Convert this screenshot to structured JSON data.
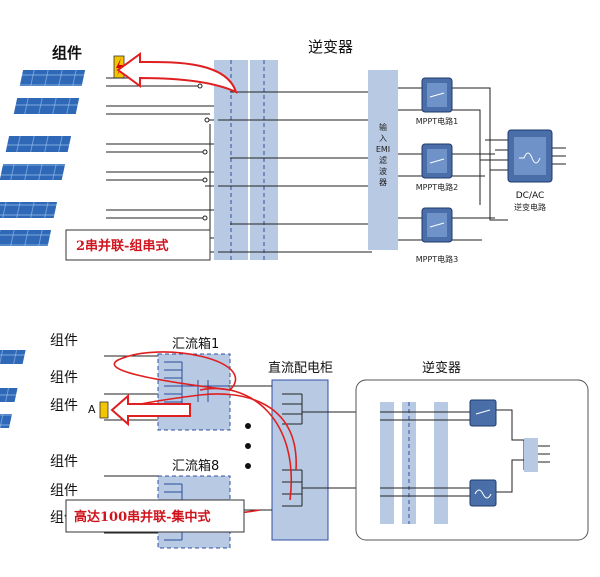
{
  "top": {
    "modules_label": "组件",
    "inverter_title": "逆变器",
    "emi_label": [
      "输",
      "入",
      "EMI",
      "滤",
      "波",
      "器"
    ],
    "mppt_labels": [
      "MPPT电路1",
      "MPPT电路2",
      "MPPT电路3"
    ],
    "dcac_label": "DC/AC",
    "dcac_sublabel": "逆变电路",
    "callout": "2串并联-组串式"
  },
  "bottom": {
    "module_labels": [
      "组件",
      "组件",
      "组件",
      "组件",
      "组件",
      "组件"
    ],
    "combiner1_label": "汇流箱1",
    "combiner8_label": "汇流箱8",
    "dc_cabinet_label": "直流配电柜",
    "inverter_title": "逆变器",
    "current_label": "A",
    "callout": "高达100串并联-集中式"
  },
  "colors": {
    "panel_blue": "#2f68b6",
    "filter_blue": "#b8c9e4",
    "arrow_red": "#e02020",
    "callout_red": "#d0141e"
  }
}
